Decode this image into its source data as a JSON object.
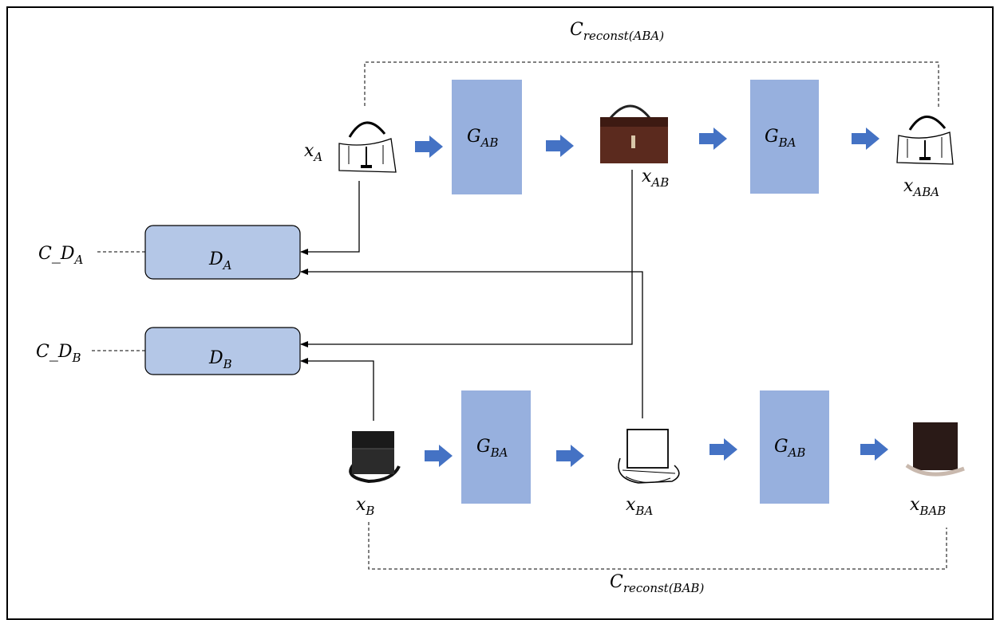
{
  "top_loss": {
    "main": "C",
    "sub": "reconst(ABA)"
  },
  "bottom_loss": {
    "main": "C",
    "sub": "reconst(BAB)"
  },
  "labels": {
    "xA": {
      "main": "x",
      "sub": "A"
    },
    "xAB": {
      "main": "x",
      "sub": "AB"
    },
    "xABA": {
      "main": "x",
      "sub": "ABA"
    },
    "xB": {
      "main": "x",
      "sub": "B"
    },
    "xBA": {
      "main": "x",
      "sub": "BA"
    },
    "xBAB": {
      "main": "x",
      "sub": "BAB"
    }
  },
  "generators": {
    "g1": {
      "main": "G",
      "sub": "AB"
    },
    "g2": {
      "main": "G",
      "sub": "BA"
    },
    "g3": {
      "main": "G",
      "sub": "BA"
    },
    "g4": {
      "main": "G",
      "sub": "AB"
    }
  },
  "discriminators": {
    "DA": {
      "main": "D",
      "sub": "A"
    },
    "DB": {
      "main": "D",
      "sub": "B"
    }
  },
  "disc_losses": {
    "CDA": {
      "main": "C_D",
      "sub": "A"
    },
    "CDB": {
      "main": "C_D",
      "sub": "B"
    }
  },
  "colors": {
    "generator": "#97b0de",
    "discriminator": "#b4c7e7",
    "flow_arrow": "#4472c4"
  },
  "icons": [
    "bag-sketch-icon",
    "brown-bag-icon",
    "bag-sketch-icon",
    "black-messenger-bag-icon",
    "messenger-sketch-icon",
    "dark-bag-icon"
  ]
}
